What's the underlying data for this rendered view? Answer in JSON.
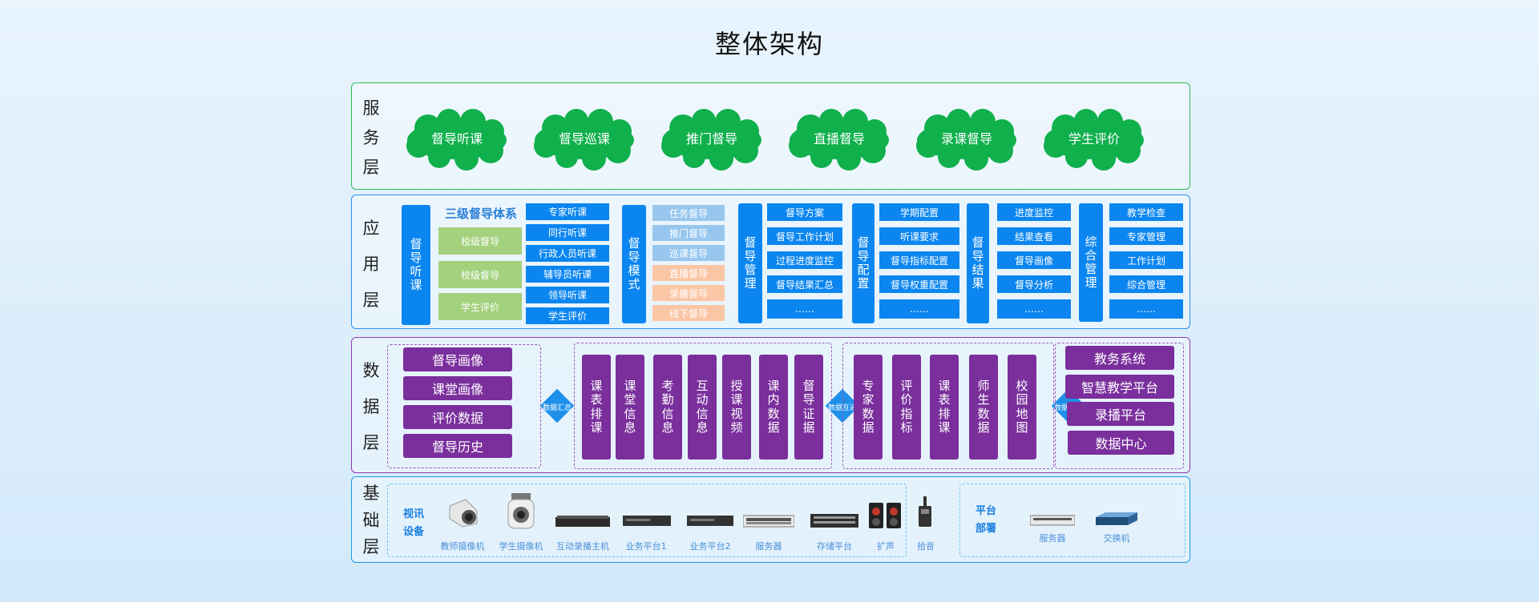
{
  "title": "整体架构",
  "layers": {
    "service": {
      "label": [
        "服",
        "务",
        "层"
      ],
      "clouds": [
        "督导听课",
        "督导巡课",
        "推门督导",
        "直播督导",
        "录课督导",
        "学生评价"
      ]
    },
    "app": {
      "label": [
        "应",
        "用",
        "层"
      ],
      "supervise_listen": {
        "vlabel": [
          "督",
          "导",
          "听",
          "课"
        ],
        "heading": "三级督导体系",
        "levels": [
          "校级督导",
          "校级督导",
          "学生评价"
        ],
        "listen_types": [
          "专家听课",
          "同行听课",
          "行政人员听课",
          "辅导员听课",
          "领导听课",
          "学生评价"
        ]
      },
      "mode": {
        "vlabel": [
          "督",
          "导",
          "模",
          "式"
        ],
        "items": [
          {
            "text": "任务督导",
            "tone": "blue"
          },
          {
            "text": "推门督导",
            "tone": "blue"
          },
          {
            "text": "巡课督导",
            "tone": "blue"
          },
          {
            "text": "直播督导",
            "tone": "orange"
          },
          {
            "text": "录播督导",
            "tone": "orange"
          },
          {
            "text": "线下督导",
            "tone": "orange"
          }
        ]
      },
      "groups": [
        {
          "vlabel": [
            "督",
            "导",
            "管",
            "理"
          ],
          "items": [
            "督导方案",
            "督导工作计划",
            "过程进度监控",
            "督导结果汇总",
            "……"
          ]
        },
        {
          "vlabel": [
            "督",
            "导",
            "配",
            "置"
          ],
          "items": [
            "学期配置",
            "听课要求",
            "督导指标配置",
            "督导权重配置",
            "……"
          ]
        },
        {
          "vlabel": [
            "督",
            "导",
            "结",
            "果"
          ],
          "items": [
            "进度监控",
            "结果查看",
            "督导画像",
            "督导分析",
            "……"
          ]
        },
        {
          "vlabel": [
            "综",
            "合",
            "管",
            "理"
          ],
          "items": [
            "教学检查",
            "专家管理",
            "工作计划",
            "综合管理",
            "……"
          ]
        }
      ]
    },
    "data": {
      "label": [
        "数",
        "据",
        "层"
      ],
      "left_items": [
        "督导画像",
        "课堂画像",
        "评价数据",
        "督导历史"
      ],
      "arrow1": "数据汇总",
      "mid_items": [
        [
          "课",
          "表",
          "排",
          "课"
        ],
        [
          "课",
          "堂",
          "信",
          "息"
        ],
        [
          "考",
          "勤",
          "信",
          "息"
        ],
        [
          "互",
          "动",
          "信",
          "息"
        ],
        [
          "授",
          "课",
          "视",
          "频"
        ],
        [
          "课",
          "内",
          "数",
          "据"
        ],
        [
          "督",
          "导",
          "证",
          "据"
        ]
      ],
      "arrow2": "数据互通",
      "right_items": [
        [
          "专",
          "家",
          "数",
          "据"
        ],
        [
          "评",
          "价",
          "指",
          "标"
        ],
        [
          "课",
          "表",
          "排",
          "课"
        ],
        [
          "师",
          "生",
          "数",
          "据"
        ],
        [
          "校",
          "园",
          "地",
          "图"
        ]
      ],
      "arrow3": "数据集成",
      "systems": [
        "教务系统",
        "智慧教学平台",
        "录播平台",
        "数据中心"
      ]
    },
    "base": {
      "label": [
        "基",
        "础",
        "层"
      ],
      "video_label": [
        "视讯",
        "设备"
      ],
      "devices": [
        "教师摄像机",
        "学生摄像机",
        "互动录播主机",
        "业务平台1",
        "业务平台2",
        "服务器",
        "存储平台",
        "扩声",
        "拾音"
      ],
      "platform_label": [
        "平台",
        "部署"
      ],
      "platform_devices": [
        "服务器",
        "交换机"
      ]
    }
  },
  "colors": {
    "service": "#10b04d",
    "app": "#0b86f0",
    "data": "#7a2f9c",
    "base": "#1a9be8"
  }
}
